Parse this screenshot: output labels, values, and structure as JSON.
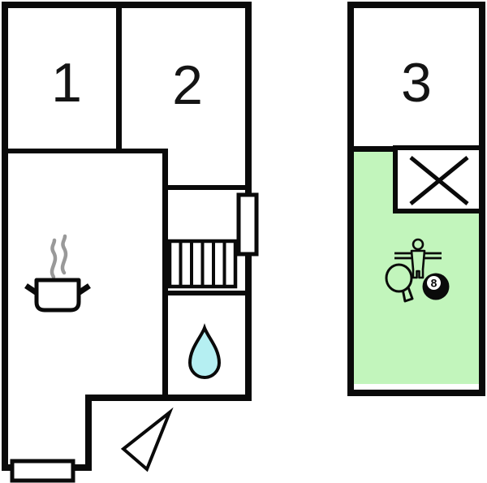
{
  "labels": {
    "room1": "1",
    "room2": "2",
    "room3": "3",
    "billiard_ball": "8"
  },
  "icons": [
    {
      "name": "steam-icon",
      "meaning": "kitchen stove steam"
    },
    {
      "name": "cooking-pot-icon",
      "meaning": "kitchen"
    },
    {
      "name": "stairs-icon",
      "meaning": "staircase"
    },
    {
      "name": "window-icon",
      "meaning": "window in wall"
    },
    {
      "name": "water-drop-icon",
      "meaning": "bathroom"
    },
    {
      "name": "entrance-arrow-icon",
      "meaning": "entrance direction"
    },
    {
      "name": "door-icon",
      "meaning": "entrance door"
    },
    {
      "name": "crossed-box-icon",
      "meaning": "not accessible / shaft"
    },
    {
      "name": "foosball-player-icon",
      "meaning": "table football"
    },
    {
      "name": "table-tennis-paddle-icon",
      "meaning": "table tennis"
    },
    {
      "name": "eight-ball-icon",
      "meaning": "billiards"
    }
  ],
  "colors": {
    "wall": "#0a0a0a",
    "background": "#ffffff",
    "room_highlight": "#c2f5bc",
    "water_drop": "#b5eff2",
    "steam": "#999999"
  }
}
